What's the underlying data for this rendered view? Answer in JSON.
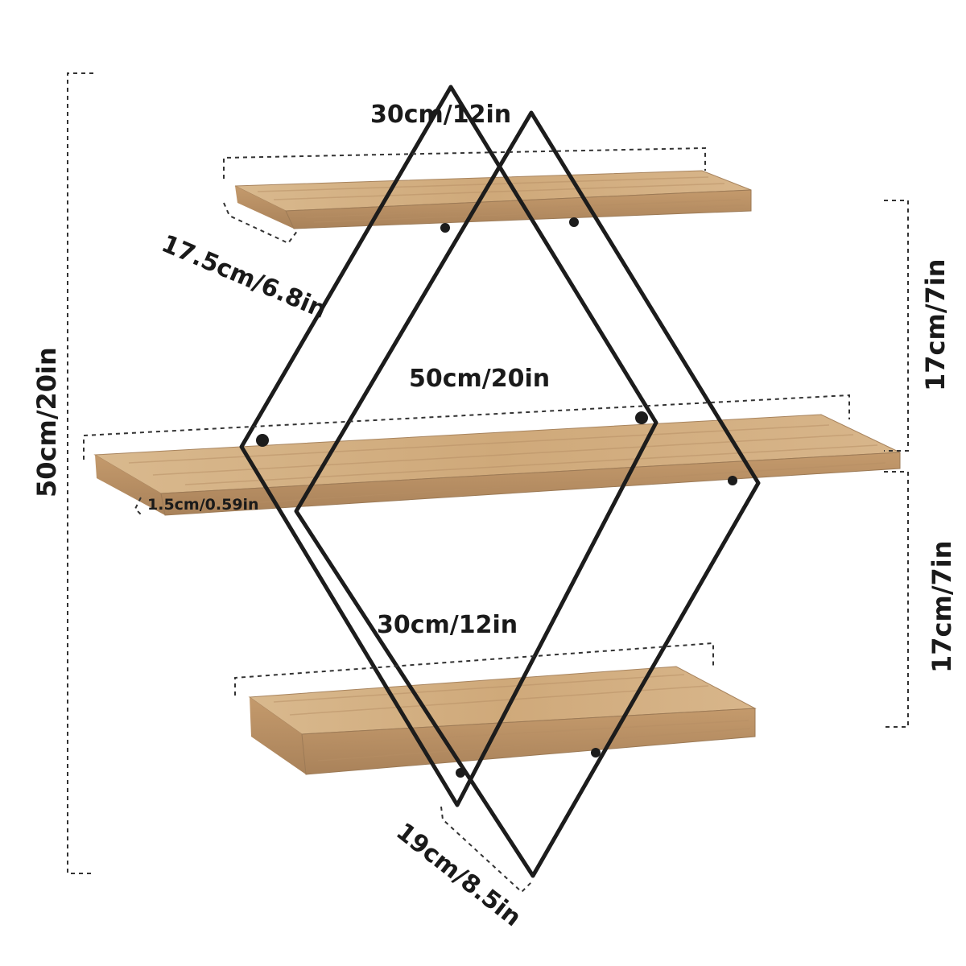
{
  "colors": {
    "background": "#ffffff",
    "frame": "#1c1c1c",
    "wood_light": "#d6b48a",
    "wood_dark": "#b8916a",
    "dim_line": "#333333",
    "text": "#1a1a1a"
  },
  "dimensions": {
    "top_shelf_width": "30cm/12in",
    "top_shelf_depth": "17.5cm/6.8in",
    "middle_shelf_width": "50cm/20in",
    "shelf_thickness": "1.5cm/0.59in",
    "bottom_shelf_width": "30cm/12in",
    "bottom_depth": "19cm/8.5in",
    "total_height": "50cm/20in",
    "upper_gap": "17cm/7in",
    "lower_gap": "17cm/7in"
  }
}
